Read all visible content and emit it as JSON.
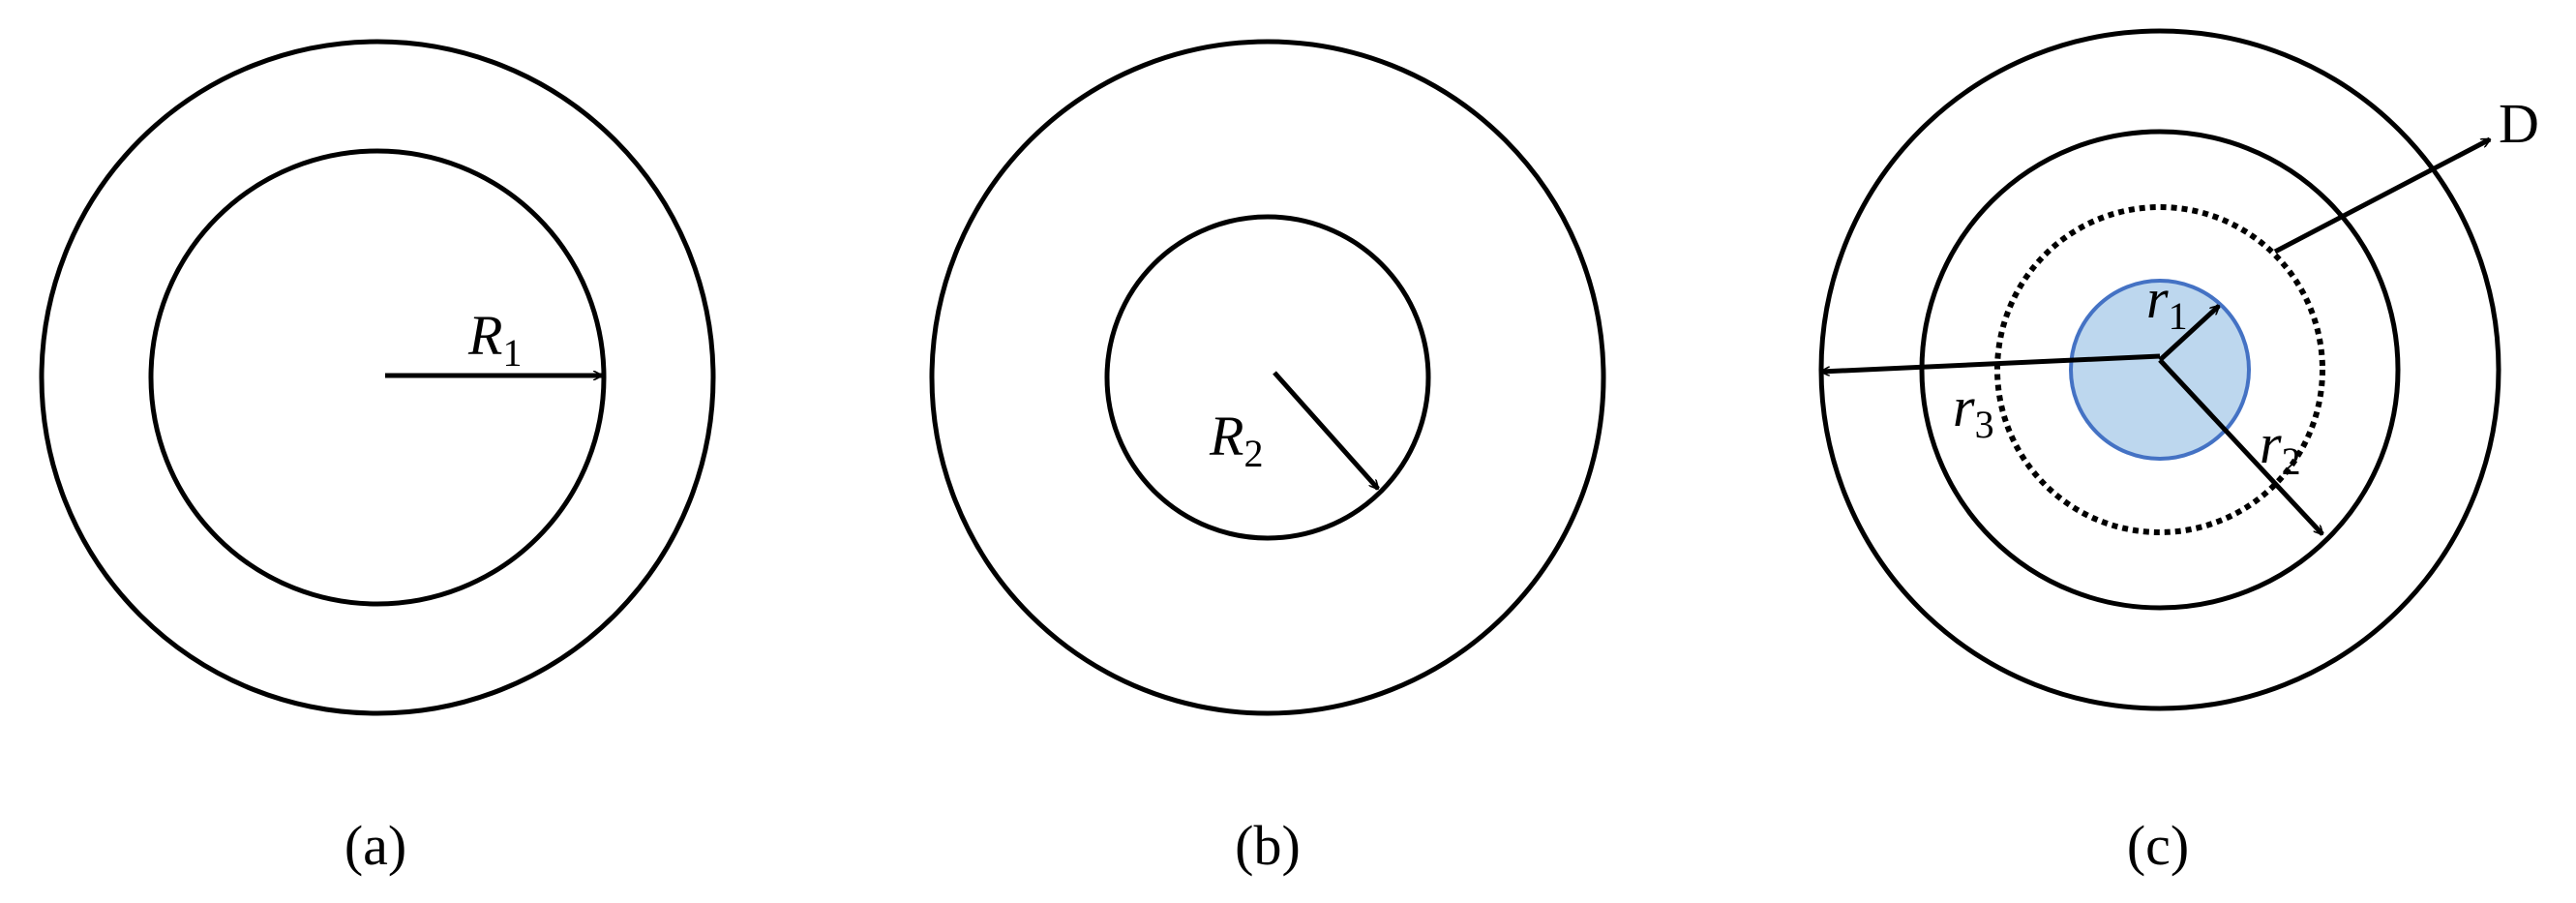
{
  "colors": {
    "fill": "#bdd7ee",
    "stroke": "#000000",
    "inner_circle_stroke": "#4472c4",
    "background": "#ffffff"
  },
  "panels": {
    "a": {
      "caption": "(a)",
      "radius_label": "R",
      "radius_sub": "1"
    },
    "b": {
      "caption": "(b)",
      "radius_label": "R",
      "radius_sub": "2"
    },
    "c": {
      "caption": "(c)",
      "r1_label": "r",
      "r1_sub": "1",
      "r2_label": "r",
      "r2_sub": "2",
      "r3_label": "r",
      "r3_sub": "3",
      "d_label": "D"
    }
  }
}
